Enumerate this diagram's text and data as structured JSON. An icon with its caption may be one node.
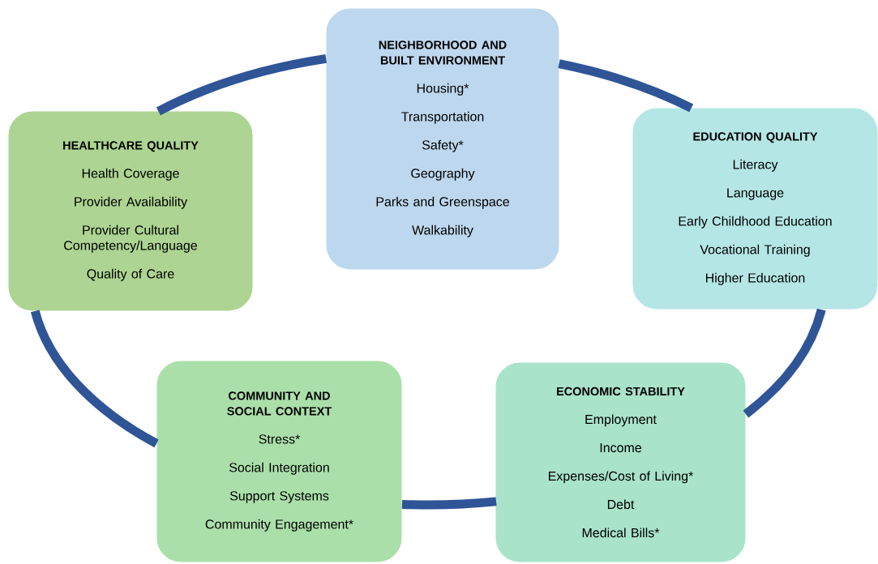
{
  "diagram": {
    "nodes": [
      {
        "text": [
          "NEIGHBORHOOD AND BUILT ENVIRONMENT",
          "Housing*",
          "Transportation",
          "Safety*",
          "Geography",
          "Parks and Greenspace",
          "Walkability"
        ]
      },
      {
        "text": [
          "HEALTHCARE QUALITY",
          "Health Coverage",
          "Provider Availability",
          "Provider Cultural Competency/Language",
          "Quality of Care"
        ]
      },
      {
        "text": [
          "EDUCATION QUALITY",
          "Literacy",
          "Language",
          "Early Childhood Education",
          "Vocational Training",
          "Higher Education"
        ]
      },
      {
        "text": [
          "COMMUNITY AND SOCIAL CONTEXT",
          "Stress*",
          "Social Integration",
          "Support Systems",
          "Community Engagement*"
        ]
      },
      {
        "text": [
          "ECONOMIC STABILITY",
          "Employment",
          "Income",
          "Expenses/Cost of Living*",
          "Debt",
          "Medical Bills*"
        ]
      }
    ],
    "edges": [
      {
        "from": 1,
        "to": 0,
        "arrow": "none"
      },
      {
        "from": 0,
        "to": 2,
        "arrow": "none"
      },
      {
        "from": 2,
        "to": 4,
        "arrow": "none"
      },
      {
        "from": 4,
        "to": 3,
        "arrow": "none"
      },
      {
        "from": 3,
        "to": 1,
        "arrow": "none"
      }
    ]
  }
}
